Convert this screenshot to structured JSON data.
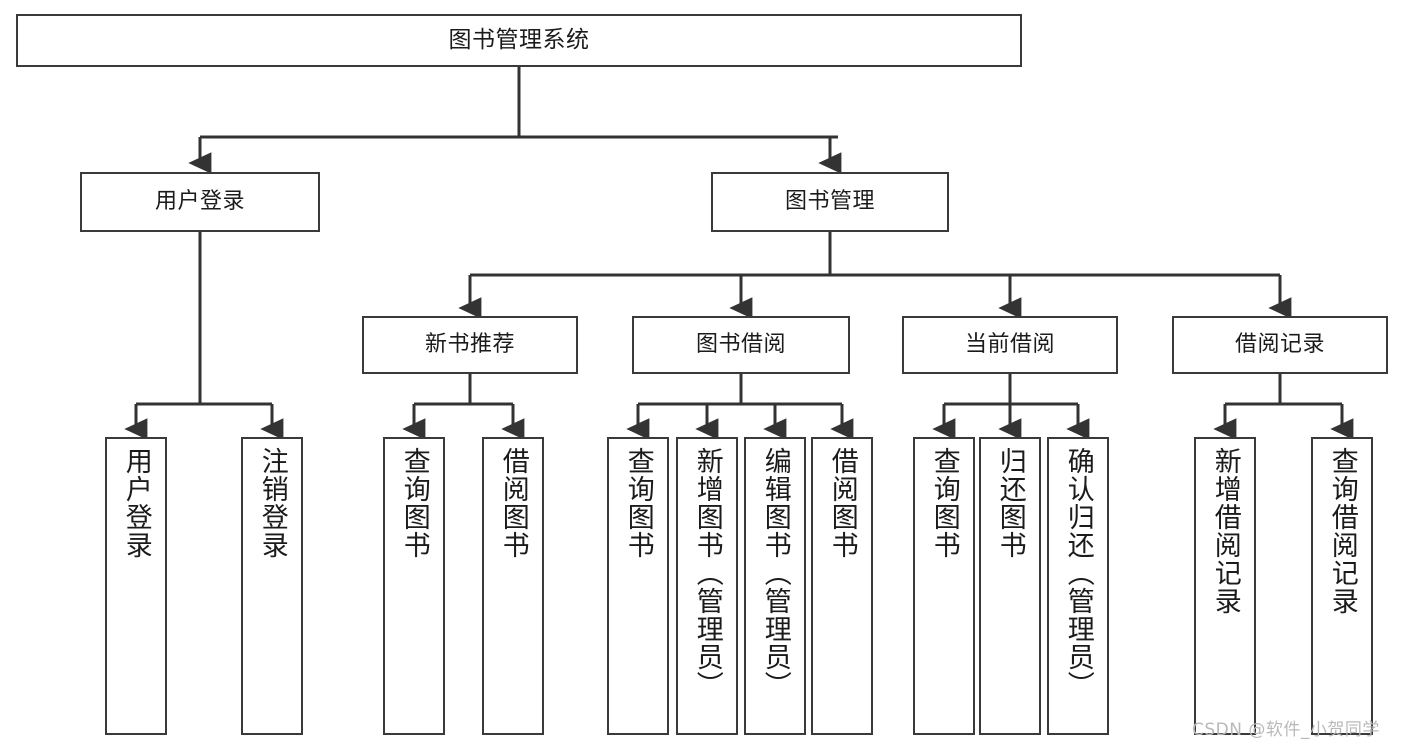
{
  "diagram": {
    "title": "图书管理系统",
    "type": "tree-hierarchy",
    "watermark": "CSDN @软件_小贺同学",
    "colors": {
      "border": "#3a3a3a",
      "background": "#ffffff",
      "text": "#1b1b1b",
      "edge": "#333333",
      "watermark": "#b9b9b9"
    },
    "levels": {
      "root": {
        "label": "图书管理系统"
      },
      "level2": [
        {
          "id": "user-login",
          "label": "用户登录"
        },
        {
          "id": "book-manage",
          "label": "图书管理"
        }
      ],
      "level3": [
        {
          "id": "new-book-rec",
          "label": "新书推荐"
        },
        {
          "id": "book-borrow",
          "label": "图书借阅"
        },
        {
          "id": "current-borrow",
          "label": "当前借阅"
        },
        {
          "id": "borrow-record",
          "label": "借阅记录"
        }
      ],
      "leaves": [
        {
          "id": "leaf-user-login",
          "parent": "user-login",
          "label": "用户登录"
        },
        {
          "id": "leaf-user-logout",
          "parent": "user-login",
          "label": "注销登录"
        },
        {
          "id": "leaf-query-book-1",
          "parent": "new-book-rec",
          "label": "查询图书"
        },
        {
          "id": "leaf-borrow-book-1",
          "parent": "new-book-rec",
          "label": "借阅图书"
        },
        {
          "id": "leaf-query-book-2",
          "parent": "book-borrow",
          "label": "查询图书"
        },
        {
          "id": "leaf-add-book",
          "parent": "book-borrow",
          "label": "新增图书（管理员）"
        },
        {
          "id": "leaf-edit-book",
          "parent": "book-borrow",
          "label": "编辑图书（管理员）"
        },
        {
          "id": "leaf-borrow-book-2",
          "parent": "book-borrow",
          "label": "借阅图书"
        },
        {
          "id": "leaf-query-book-3",
          "parent": "current-borrow",
          "label": "查询图书"
        },
        {
          "id": "leaf-return-book",
          "parent": "current-borrow",
          "label": "归还图书"
        },
        {
          "id": "leaf-confirm-return",
          "parent": "current-borrow",
          "label": "确认归还（管理员）"
        },
        {
          "id": "leaf-add-record",
          "parent": "borrow-record",
          "label": "新增借阅记录"
        },
        {
          "id": "leaf-query-record",
          "parent": "borrow-record",
          "label": "查询借阅记录"
        }
      ]
    }
  }
}
